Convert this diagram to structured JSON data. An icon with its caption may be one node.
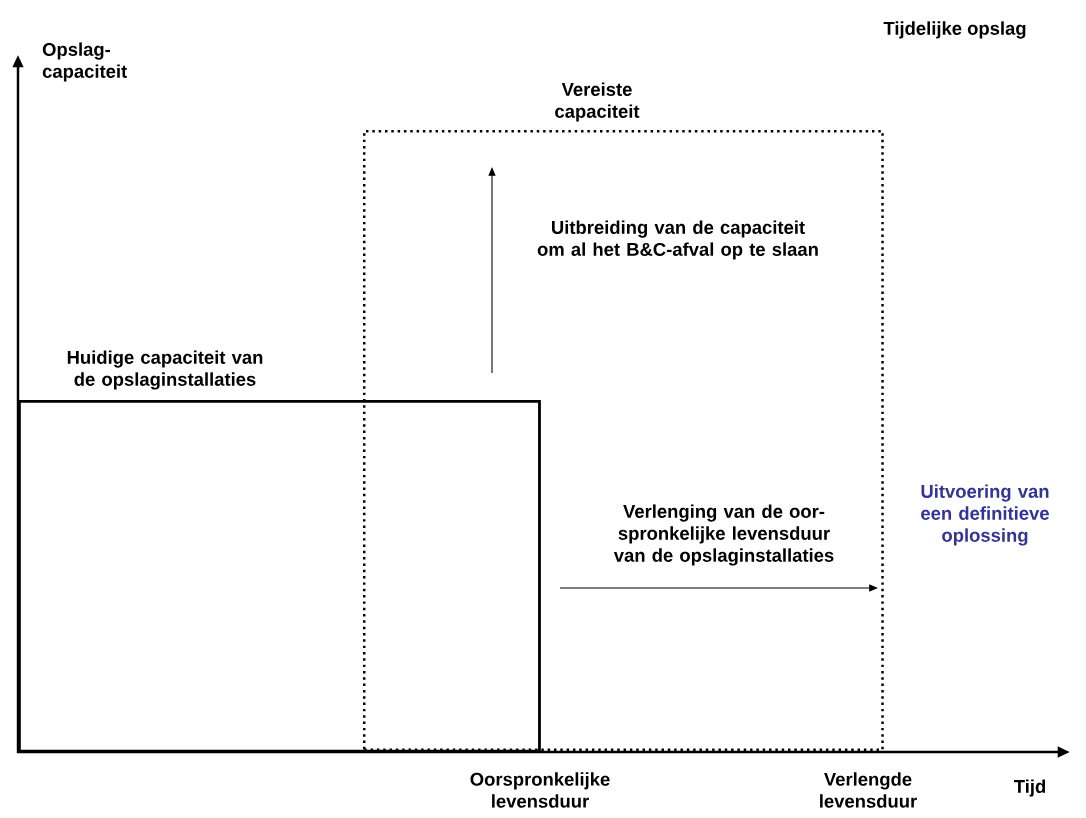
{
  "diagram": {
    "title": "Tijdelijke opslag",
    "nodes": [
      {
        "text": [
          "Huidige capaciteit van de opslaginstallaties"
        ]
      },
      {
        "text": [
          "Vereiste capaciteit"
        ]
      }
    ],
    "labels": [
      "Opslag- capaciteit",
      "Uitbreiding van de capaciteit om al het B&C-afval op te slaan",
      "Verlenging van de oor- spronkelijke levensduur van de opslaginstallaties",
      "Uitvoering van een definitieve oplossing",
      "Oorspronkelijke levensduur",
      "Verlengde levensduur",
      "Tijd"
    ]
  }
}
